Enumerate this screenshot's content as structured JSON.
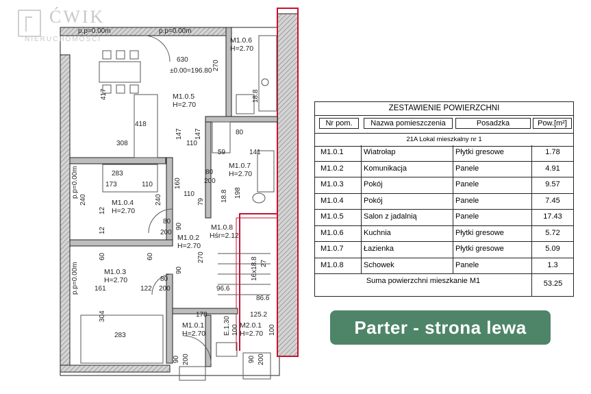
{
  "logo": {
    "main": "ĆWIK",
    "sub": "NIERUCHOMOŚCI"
  },
  "plan": {
    "rooms": [
      {
        "code": "M1.0.6",
        "height": "H=2.70"
      },
      {
        "code": "M1.0.5",
        "height": "H=2.70"
      },
      {
        "code": "M1.0.7",
        "height": "H=2.70"
      },
      {
        "code": "M1.0.4",
        "height": "H=2.70"
      },
      {
        "code": "M1.0.8",
        "height": "Hśr=2.12"
      },
      {
        "code": "M1.0.2",
        "height": "H=2.70"
      },
      {
        "code": "M1.0.3",
        "height": "H=2.70"
      },
      {
        "code": "M1.0.1",
        "height": "H=2.70"
      },
      {
        "code": "M2.0.1",
        "height": "H=2.70"
      }
    ],
    "levels": [
      "p.p=0.00m",
      "p.p=0.00m",
      "p.p=0.00m",
      "p.p=0.00m",
      "±0.00=196.80"
    ],
    "dimensions": [
      "630",
      "270",
      "417",
      "418",
      "308",
      "147",
      "147",
      "110",
      "80",
      "59",
      "141",
      "18.8",
      "283",
      "173",
      "110",
      "240",
      "240",
      "160",
      "110",
      "79",
      "18.8",
      "198",
      "80",
      "200",
      "80",
      "200",
      "12",
      "12",
      "90",
      "90",
      "270",
      "60",
      "60",
      "161",
      "122",
      "80",
      "200",
      "96.6",
      "86.6",
      "304",
      "283",
      "178",
      "125.2",
      "90",
      "200",
      "90",
      "200",
      "100",
      "100",
      "16x18.8",
      "27"
    ],
    "stair_label": "E.1.30"
  },
  "table": {
    "title": "ZESTAWIENIE POWIERZCHNI",
    "headers": {
      "nr": "Nr pom.",
      "name": "Nazwa pomieszczenia",
      "floor": "Posadzka",
      "area": "Pow.[m²]"
    },
    "subtitle": "21A Lokal mieszkalny nr 1",
    "rows": [
      {
        "nr": "M1.0.1",
        "name": "Wiatrołap",
        "floor": "Płytki gresowe",
        "area": "1.78"
      },
      {
        "nr": "M1.0.2",
        "name": "Komunikacja",
        "floor": "Panele",
        "area": "4.91"
      },
      {
        "nr": "M1.0.3",
        "name": "Pokój",
        "floor": "Panele",
        "area": "9.57"
      },
      {
        "nr": "M1.0.4",
        "name": "Pokój",
        "floor": "Panele",
        "area": "7.45"
      },
      {
        "nr": "M1.0.5",
        "name": "Salon z jadalnią",
        "floor": "Panele",
        "area": "17.43"
      },
      {
        "nr": "M1.0.6",
        "name": "Kuchnia",
        "floor": "Płytki gresowe",
        "area": "5.72"
      },
      {
        "nr": "M1.0.7",
        "name": "Łazienka",
        "floor": "Płytki gresowe",
        "area": "5.09"
      },
      {
        "nr": "M1.0.8",
        "name": "Schowek",
        "floor": "Panele",
        "area": "1.3"
      }
    ],
    "sum_label": "Suma powierzchni mieszkanie M1",
    "sum_value": "53.25"
  },
  "badge": {
    "text": "Parter - strona lewa"
  },
  "colors": {
    "badge_bg": "#4e8568",
    "highlight": "#c8102e",
    "wall_fill": "#bdbdbd"
  }
}
